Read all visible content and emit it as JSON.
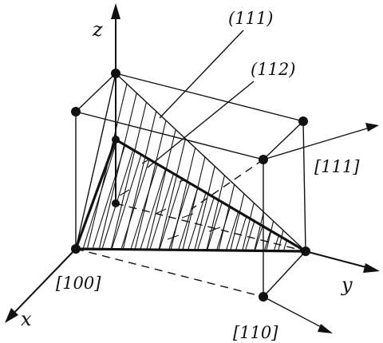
{
  "figure": {
    "axes": {
      "z": "z",
      "x": "x",
      "y": "y"
    },
    "labels": {
      "plane_111": "(111)",
      "plane_112": "(112)",
      "direction_111": "[111]",
      "direction_100": "[100]",
      "direction_110": "[110]"
    }
  }
}
